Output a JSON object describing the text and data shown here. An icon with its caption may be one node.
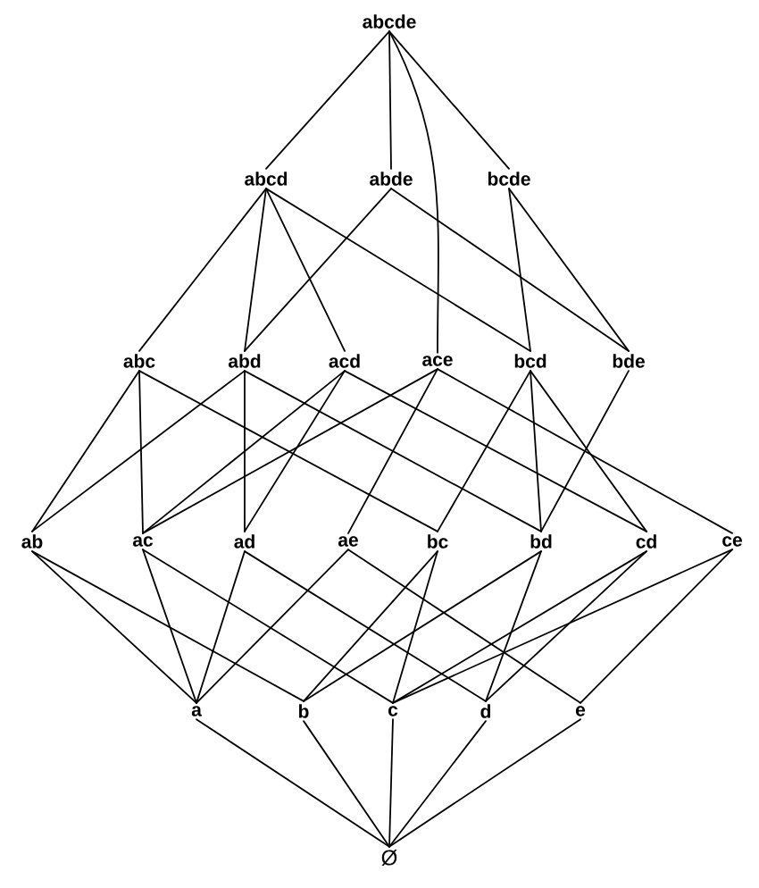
{
  "diagram": {
    "nodes": [
      {
        "text": [
          "abcde"
        ]
      },
      {
        "text": [
          "abcd"
        ]
      },
      {
        "text": [
          "abde"
        ]
      },
      {
        "text": [
          "bcde"
        ]
      },
      {
        "text": [
          "abc"
        ]
      },
      {
        "text": [
          "abd"
        ]
      },
      {
        "text": [
          "acd"
        ]
      },
      {
        "text": [
          "ace"
        ]
      },
      {
        "text": [
          "bcd"
        ]
      },
      {
        "text": [
          "bde"
        ]
      },
      {
        "text": [
          "ab"
        ]
      },
      {
        "text": [
          "ac"
        ]
      },
      {
        "text": [
          "ad"
        ]
      },
      {
        "text": [
          "ae"
        ]
      },
      {
        "text": [
          "bc"
        ]
      },
      {
        "text": [
          "bd"
        ]
      },
      {
        "text": [
          "cd"
        ]
      },
      {
        "text": [
          "ce"
        ]
      },
      {
        "text": [
          "a"
        ]
      },
      {
        "text": [
          "b"
        ]
      },
      {
        "text": [
          "c"
        ]
      },
      {
        "text": [
          "d"
        ]
      },
      {
        "text": [
          "e"
        ]
      },
      {
        "text": [
          "Ø"
        ]
      }
    ],
    "edges": [
      {
        "from": 0,
        "to": 1,
        "arrow": "none"
      },
      {
        "from": 0,
        "to": 2,
        "arrow": "none"
      },
      {
        "from": 0,
        "to": 3,
        "arrow": "none"
      },
      {
        "from": 0,
        "to": 7,
        "arrow": "none"
      },
      {
        "from": 1,
        "to": 4,
        "arrow": "none"
      },
      {
        "from": 1,
        "to": 5,
        "arrow": "none"
      },
      {
        "from": 1,
        "to": 6,
        "arrow": "none"
      },
      {
        "from": 1,
        "to": 8,
        "arrow": "none"
      },
      {
        "from": 2,
        "to": 5,
        "arrow": "none"
      },
      {
        "from": 2,
        "to": 9,
        "arrow": "none"
      },
      {
        "from": 3,
        "to": 8,
        "arrow": "none"
      },
      {
        "from": 3,
        "to": 9,
        "arrow": "none"
      },
      {
        "from": 4,
        "to": 10,
        "arrow": "none"
      },
      {
        "from": 4,
        "to": 11,
        "arrow": "none"
      },
      {
        "from": 4,
        "to": 14,
        "arrow": "none"
      },
      {
        "from": 5,
        "to": 10,
        "arrow": "none"
      },
      {
        "from": 5,
        "to": 12,
        "arrow": "none"
      },
      {
        "from": 5,
        "to": 15,
        "arrow": "none"
      },
      {
        "from": 6,
        "to": 11,
        "arrow": "none"
      },
      {
        "from": 6,
        "to": 12,
        "arrow": "none"
      },
      {
        "from": 6,
        "to": 16,
        "arrow": "none"
      },
      {
        "from": 7,
        "to": 11,
        "arrow": "none"
      },
      {
        "from": 7,
        "to": 13,
        "arrow": "none"
      },
      {
        "from": 7,
        "to": 17,
        "arrow": "none"
      },
      {
        "from": 8,
        "to": 14,
        "arrow": "none"
      },
      {
        "from": 8,
        "to": 15,
        "arrow": "none"
      },
      {
        "from": 8,
        "to": 16,
        "arrow": "none"
      },
      {
        "from": 9,
        "to": 15,
        "arrow": "none"
      },
      {
        "from": 10,
        "to": 18,
        "arrow": "none"
      },
      {
        "from": 10,
        "to": 19,
        "arrow": "none"
      },
      {
        "from": 11,
        "to": 18,
        "arrow": "none"
      },
      {
        "from": 11,
        "to": 20,
        "arrow": "none"
      },
      {
        "from": 12,
        "to": 18,
        "arrow": "none"
      },
      {
        "from": 12,
        "to": 21,
        "arrow": "none"
      },
      {
        "from": 13,
        "to": 18,
        "arrow": "none"
      },
      {
        "from": 13,
        "to": 22,
        "arrow": "none"
      },
      {
        "from": 14,
        "to": 19,
        "arrow": "none"
      },
      {
        "from": 14,
        "to": 20,
        "arrow": "none"
      },
      {
        "from": 15,
        "to": 19,
        "arrow": "none"
      },
      {
        "from": 15,
        "to": 21,
        "arrow": "none"
      },
      {
        "from": 16,
        "to": 20,
        "arrow": "none"
      },
      {
        "from": 16,
        "to": 21,
        "arrow": "none"
      },
      {
        "from": 17,
        "to": 20,
        "arrow": "none"
      },
      {
        "from": 17,
        "to": 22,
        "arrow": "none"
      },
      {
        "from": 18,
        "to": 23,
        "arrow": "none"
      },
      {
        "from": 19,
        "to": 23,
        "arrow": "none"
      },
      {
        "from": 20,
        "to": 23,
        "arrow": "none"
      },
      {
        "from": 21,
        "to": 23,
        "arrow": "none"
      },
      {
        "from": 22,
        "to": 23,
        "arrow": "none"
      }
    ]
  }
}
